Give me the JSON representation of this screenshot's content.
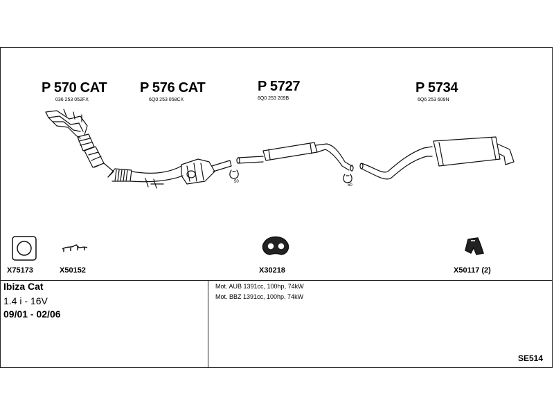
{
  "parts": [
    {
      "code": "P 570 CAT",
      "oem": "036 253 052FX"
    },
    {
      "code": "P 576 CAT",
      "oem": "6Q0 253 058CX"
    },
    {
      "code": "P 5727",
      "oem": "6Q0 253 209B"
    },
    {
      "code": "P 5734",
      "oem": "6Q6 253 609N"
    }
  ],
  "hanger_qty": [
    "50",
    "50"
  ],
  "accessories": [
    {
      "code": "X75173"
    },
    {
      "code": "X50152"
    },
    {
      "code": "X30218"
    },
    {
      "code": "X50117 (2)"
    }
  ],
  "vehicle": {
    "name": "Ibiza Cat",
    "engine": "1.4 i - 16V",
    "years": "09/01 - 02/06"
  },
  "motors": [
    "Mot. AUB 1391cc, 100hp, 74kW",
    "Mot. BBZ 1391cc, 100hp, 74kW"
  ],
  "reference": "SE514"
}
